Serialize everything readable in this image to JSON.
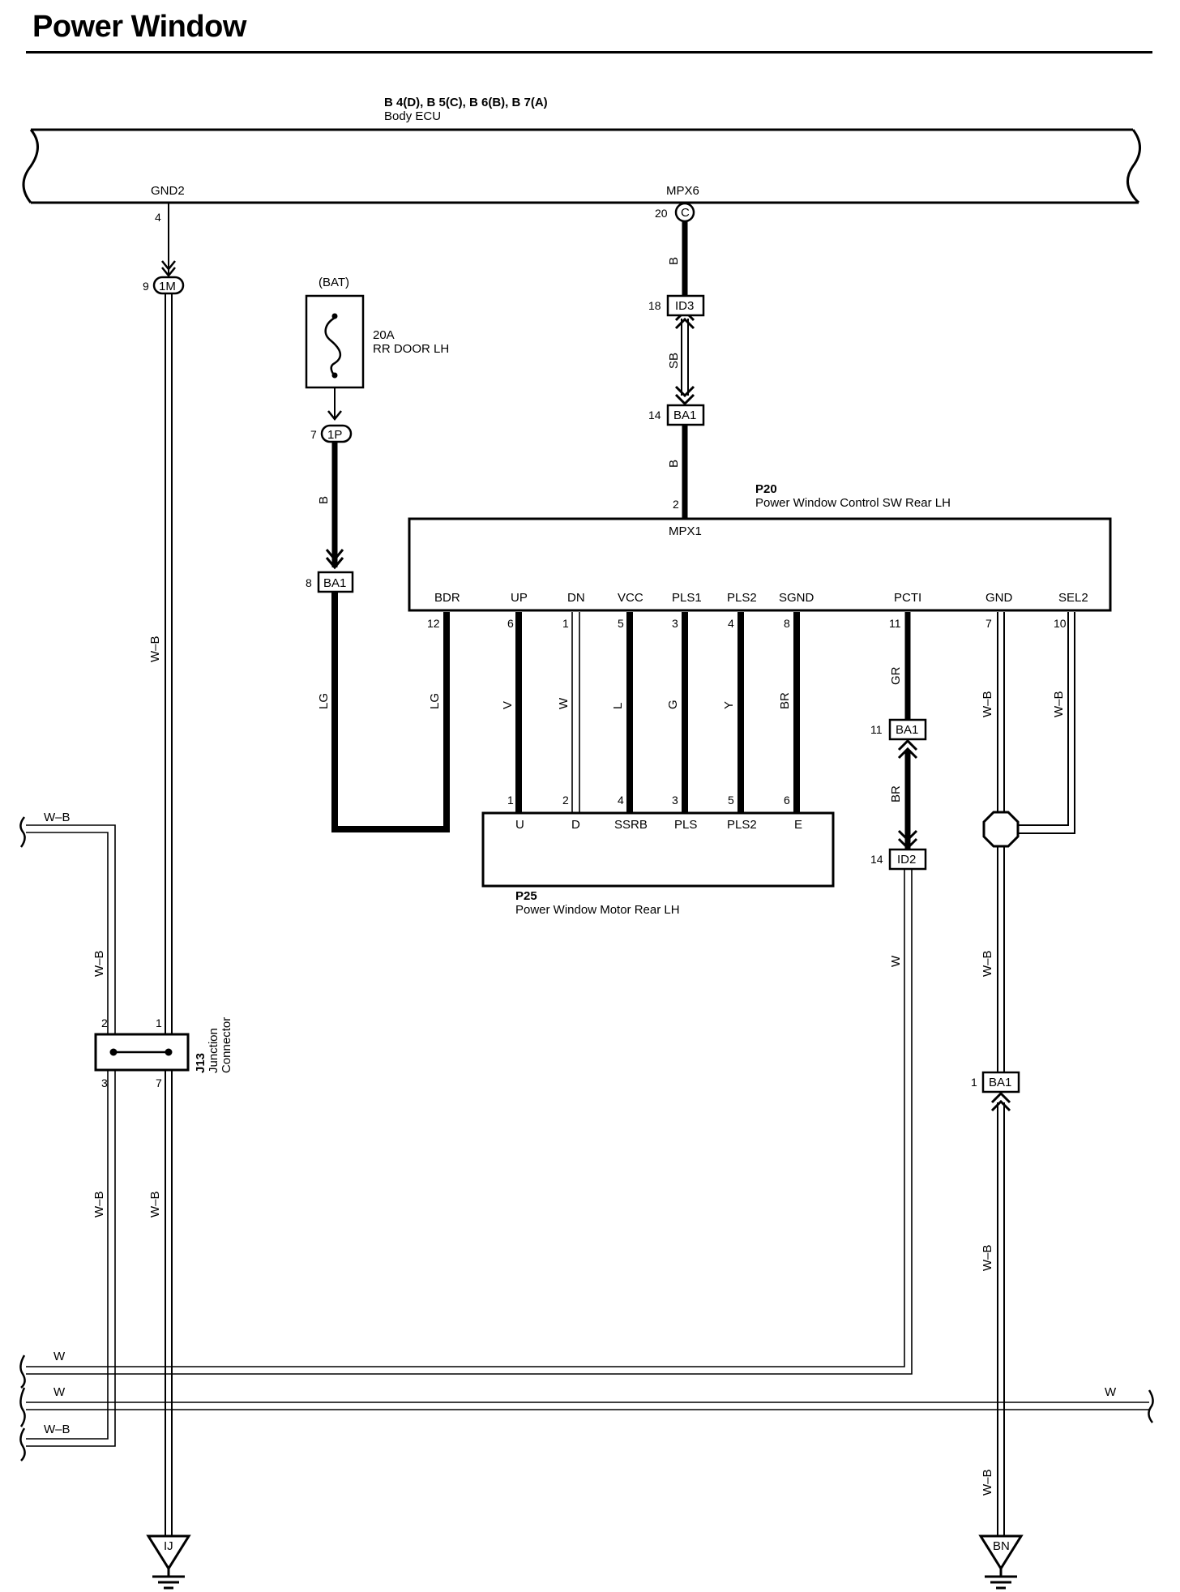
{
  "title": "Power Window",
  "body_ecu": {
    "connectors": "B 4(D), B 5(C), B 6(B), B 7(A)",
    "name": "Body ECU",
    "pins": [
      {
        "terminal": "GND2",
        "pin": "4"
      },
      {
        "terminal": "MPX6",
        "pin": "20",
        "conn": "C"
      }
    ]
  },
  "fuse": {
    "source": "(BAT)",
    "rating": "20A",
    "name": "RR DOOR LH"
  },
  "connectors": {
    "c1M": {
      "pin": "9",
      "id": "1M"
    },
    "c1P": {
      "pin": "7",
      "id": "1P"
    },
    "cBA1_8": {
      "pin": "8",
      "id": "BA1"
    },
    "cID3": {
      "pin": "18",
      "id": "ID3"
    },
    "cBA1_14": {
      "pin": "14",
      "id": "BA1"
    },
    "cBA1_11": {
      "pin": "11",
      "id": "BA1"
    },
    "cID2": {
      "pin": "14",
      "id": "ID2"
    },
    "cBA1_1": {
      "pin": "1",
      "id": "BA1"
    }
  },
  "p20": {
    "code": "P20",
    "name": "Power Window Control SW Rear LH",
    "mpx": {
      "terminal": "MPX1",
      "pin": "2"
    },
    "terminals": [
      {
        "name": "BDR",
        "pin": "12"
      },
      {
        "name": "UP",
        "pin": "6"
      },
      {
        "name": "DN",
        "pin": "1"
      },
      {
        "name": "VCC",
        "pin": "5"
      },
      {
        "name": "PLS1",
        "pin": "3"
      },
      {
        "name": "PLS2",
        "pin": "4"
      },
      {
        "name": "SGND",
        "pin": "8"
      },
      {
        "name": "PCTI",
        "pin": "11"
      },
      {
        "name": "GND",
        "pin": "7"
      },
      {
        "name": "SEL2",
        "pin": "10"
      }
    ]
  },
  "p25": {
    "code": "P25",
    "name": "Power Window Motor Rear LH",
    "terminals": [
      {
        "name": "U",
        "pin": "1"
      },
      {
        "name": "D",
        "pin": "2"
      },
      {
        "name": "SSRB",
        "pin": "4"
      },
      {
        "name": "PLS",
        "pin": "3"
      },
      {
        "name": "PLS2",
        "pin": "5"
      },
      {
        "name": "E",
        "pin": "6"
      }
    ]
  },
  "j13": {
    "code": "J13",
    "line1": "Junction",
    "line2": "Connector",
    "pins": [
      "2",
      "1",
      "3",
      "7"
    ]
  },
  "wire_colors": {
    "B_top": "B",
    "SB": "SB",
    "B_mid": "B",
    "B_fuse": "B",
    "LG1": "LG",
    "LG2": "LG",
    "V": "V",
    "W_dn": "W",
    "L": "L",
    "G": "G",
    "Y": "Y",
    "BR_sgnd": "BR",
    "GR": "GR",
    "BR_pcti": "BR",
    "W_pcti": "W",
    "WB_gnd": "W–B",
    "WB_sel2": "W–B",
    "WB_gnd2": "W–B",
    "WB_gnd3": "W–B",
    "WB_gnd4": "W–B",
    "WB_left": "W–B",
    "WB_j13_2": "W–B",
    "WB_j13_3": "W–B",
    "WB_j13_7": "W–B",
    "WB_offpage_top": "W–B",
    "W_offpage_1": "W",
    "W_offpage_2": "W",
    "WB_offpage_bottom": "W–B",
    "W_offpage_right": "W"
  },
  "grounds": [
    {
      "id": "IJ"
    },
    {
      "id": "BN"
    }
  ]
}
